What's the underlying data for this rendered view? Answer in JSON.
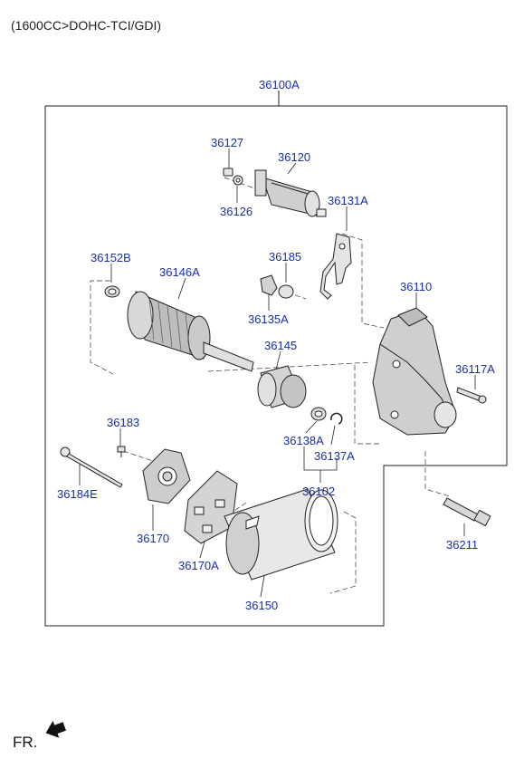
{
  "header": {
    "engine_spec": "(1600CC>DOHC-TCI/GDI)"
  },
  "direction_indicator": {
    "label": "FR."
  },
  "parts": [
    {
      "key": "assembly",
      "number": "36100A"
    },
    {
      "key": "bolt-small",
      "number": "36127"
    },
    {
      "key": "solenoid",
      "number": "36120"
    },
    {
      "key": "washer-nut",
      "number": "36126"
    },
    {
      "key": "lever",
      "number": "36131A"
    },
    {
      "key": "bushing",
      "number": "36152B"
    },
    {
      "key": "armature",
      "number": "36146A"
    },
    {
      "key": "seal",
      "number": "36185"
    },
    {
      "key": "rubber",
      "number": "36135A"
    },
    {
      "key": "housing",
      "number": "36110"
    },
    {
      "key": "pinion",
      "number": "36145"
    },
    {
      "key": "bolt-housing",
      "number": "36117A"
    },
    {
      "key": "screw",
      "number": "36183"
    },
    {
      "key": "stop-ring",
      "number": "36138A"
    },
    {
      "key": "snap-ring",
      "number": "36137A"
    },
    {
      "key": "through-bolt",
      "number": "36184E"
    },
    {
      "key": "stopper-set",
      "number": "36102"
    },
    {
      "key": "mount-bolt",
      "number": "36211"
    },
    {
      "key": "end-frame",
      "number": "36170"
    },
    {
      "key": "brush-holder",
      "number": "36170A"
    },
    {
      "key": "yoke",
      "number": "36150"
    }
  ]
}
